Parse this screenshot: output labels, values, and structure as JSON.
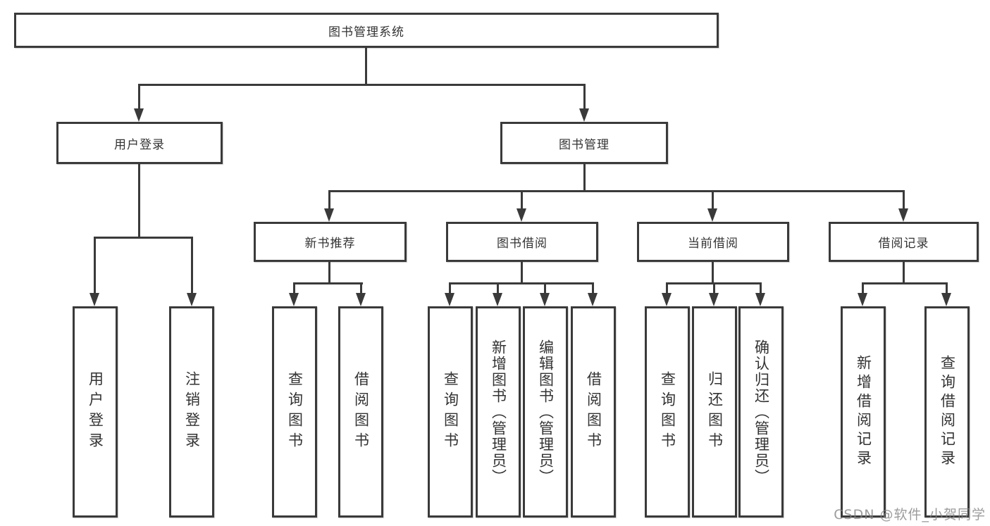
{
  "watermark": "CSDN @软件_小贺同学",
  "colors": {
    "line": "#3a3a3a",
    "box_background": "#ffffff",
    "text": "#333333",
    "watermark": "#808080"
  },
  "nodes": {
    "root": "图书管理系统",
    "user_login": "用户登录",
    "book_mgmt": "图书管理",
    "new_book_rec": "新书推荐",
    "book_borrow": "图书借阅",
    "current_borrow": "当前借阅",
    "borrow_record": "借阅记录",
    "user_login_leaf": "用户登录",
    "logout_leaf": "注销登录",
    "query_book_1": "查询图书",
    "borrow_book_1": "借阅图书",
    "query_book_2": "查询图书",
    "add_book": "新增图书（管理员）",
    "edit_book": "编辑图书（管理员）",
    "borrow_book_2": "借阅图书",
    "query_book_3": "查询图书",
    "return_book": "归还图书",
    "confirm_return": "确认归还（管理员）",
    "add_record": "新增借阅记录",
    "query_record": "查询借阅记录"
  },
  "hierarchy": {
    "图书管理系统": [
      "用户登录",
      "图书管理"
    ],
    "用户登录": [
      "用户登录",
      "注销登录"
    ],
    "图书管理": [
      "新书推荐",
      "图书借阅",
      "当前借阅",
      "借阅记录"
    ],
    "新书推荐": [
      "查询图书",
      "借阅图书"
    ],
    "图书借阅": [
      "查询图书",
      "新增图书（管理员）",
      "编辑图书（管理员）",
      "借阅图书"
    ],
    "当前借阅": [
      "查询图书",
      "归还图书",
      "确认归还（管理员）"
    ],
    "借阅记录": [
      "新增借阅记录",
      "查询借阅记录"
    ]
  }
}
